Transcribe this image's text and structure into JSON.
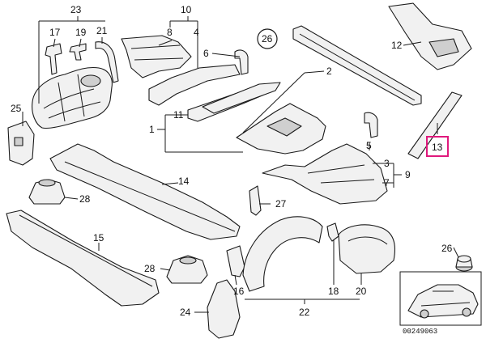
{
  "diagram": {
    "callouts": [
      {
        "id": "23",
        "label": "23"
      },
      {
        "id": "17",
        "label": "17"
      },
      {
        "id": "19",
        "label": "19"
      },
      {
        "id": "21",
        "label": "21"
      },
      {
        "id": "10",
        "label": "10"
      },
      {
        "id": "8",
        "label": "8"
      },
      {
        "id": "4",
        "label": "4"
      },
      {
        "id": "6",
        "label": "6"
      },
      {
        "id": "26",
        "label": "26"
      },
      {
        "id": "12",
        "label": "12"
      },
      {
        "id": "2",
        "label": "2"
      },
      {
        "id": "25",
        "label": "25"
      },
      {
        "id": "11",
        "label": "11"
      },
      {
        "id": "1",
        "label": "1"
      },
      {
        "id": "13",
        "label": "13"
      },
      {
        "id": "5",
        "label": "5"
      },
      {
        "id": "3",
        "label": "3"
      },
      {
        "id": "9",
        "label": "9"
      },
      {
        "id": "7",
        "label": "7"
      },
      {
        "id": "14",
        "label": "14"
      },
      {
        "id": "28a",
        "label": "28"
      },
      {
        "id": "27",
        "label": "27"
      },
      {
        "id": "15",
        "label": "15"
      },
      {
        "id": "28b",
        "label": "28"
      },
      {
        "id": "16",
        "label": "16"
      },
      {
        "id": "18",
        "label": "18"
      },
      {
        "id": "20",
        "label": "20"
      },
      {
        "id": "22",
        "label": "22"
      },
      {
        "id": "24",
        "label": "24"
      },
      {
        "id": "26b",
        "label": "26"
      }
    ],
    "diagram_code": "00249063",
    "highlight_color": "#e0197d"
  }
}
